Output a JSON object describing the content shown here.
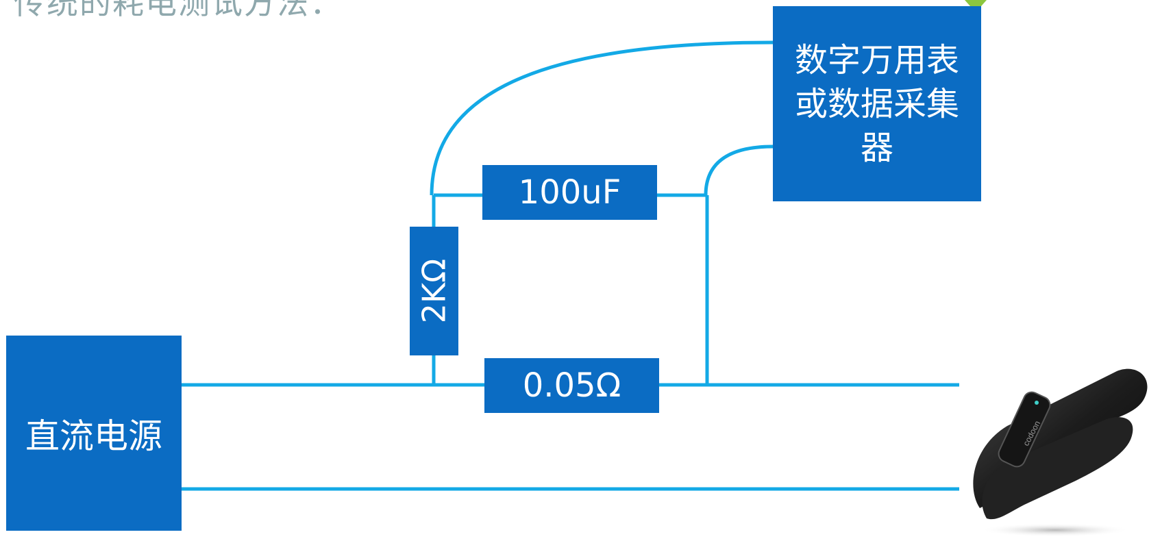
{
  "title": "传统的耗电测试方法：",
  "colors": {
    "box_fill": "#0b6cc3",
    "wire": "#13a9e6",
    "title_text": "#8fa8ad",
    "box_text": "#ffffff"
  },
  "diagram": {
    "power_supply": "直流电源",
    "meter": "数字万用表或数据采集器",
    "capacitor": "100uF",
    "resistor": "2KΩ",
    "shunt": "0.05Ω"
  },
  "device_image": "smart-wristband"
}
